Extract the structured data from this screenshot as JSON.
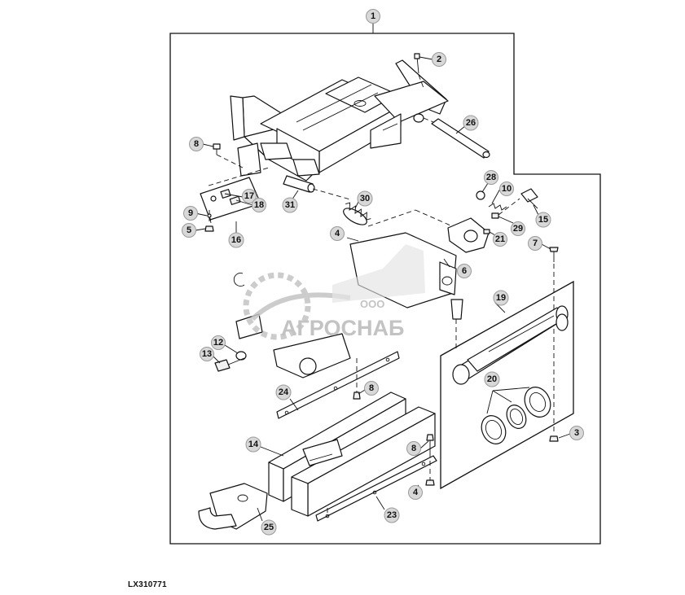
{
  "figure_id": "LX310771",
  "watermark": {
    "brand": "АГРОСНАБ",
    "prefix": "ООО"
  },
  "callouts": {
    "c1": "1",
    "c2": "2",
    "c3": "3",
    "c4a": "4",
    "c4b": "4",
    "c5": "5",
    "c6": "6",
    "c7": "7",
    "c8a": "8",
    "c8b": "8",
    "c8c": "8",
    "c9": "9",
    "c10": "10",
    "c12": "12",
    "c13": "13",
    "c14": "14",
    "c15": "15",
    "c16": "16",
    "c17": "17",
    "c18": "18",
    "c19": "19",
    "c20": "20",
    "c21": "21",
    "c23": "23",
    "c24": "24",
    "c25": "25",
    "c26": "26",
    "c28": "28",
    "c29": "29",
    "c30": "30",
    "c31": "31"
  }
}
